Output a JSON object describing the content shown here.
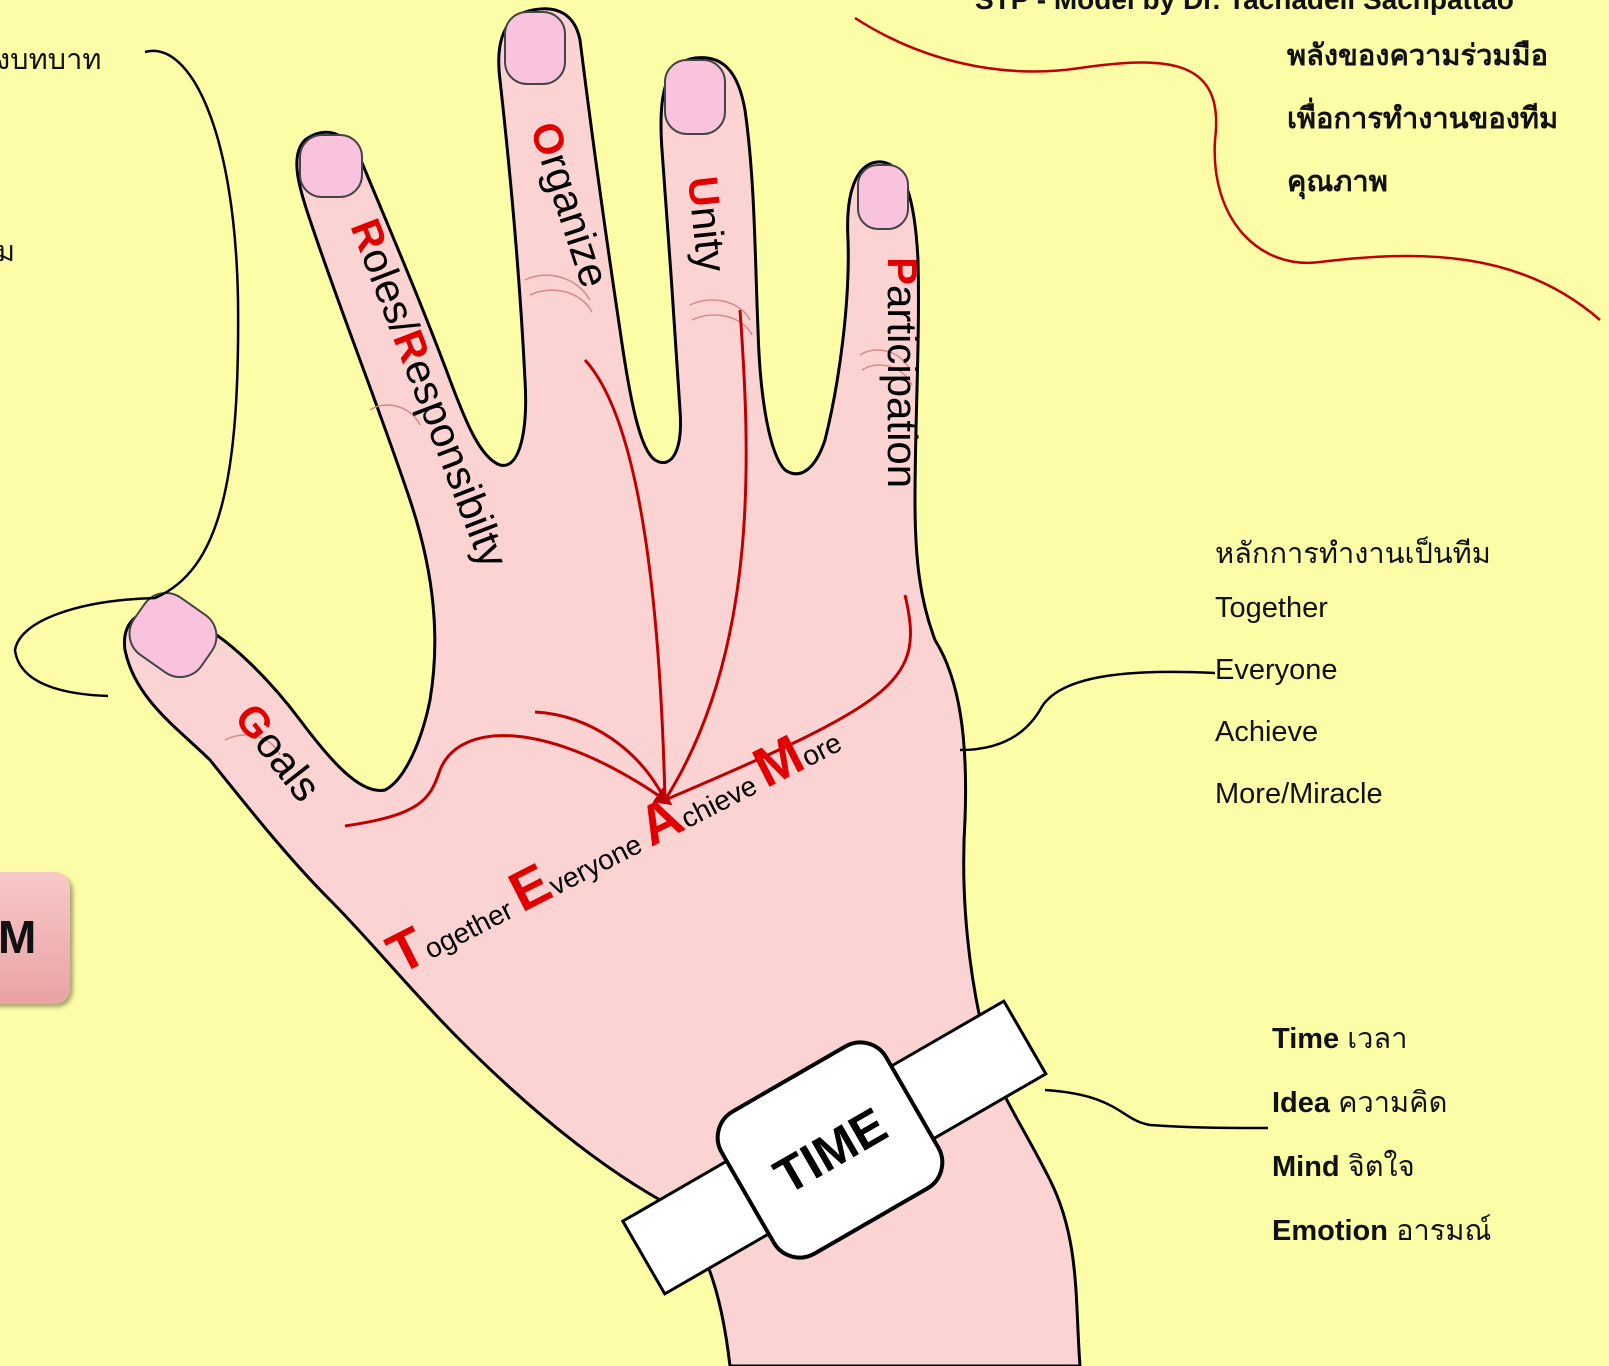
{
  "header": {
    "line1": "STP - Model by Dr. Tachadell Sachpattao",
    "line2": "พลังของความร่วมมือ",
    "line3": "เพื่อการทำงานของทีม",
    "line4": "คุณภาพ"
  },
  "left": {
    "text1": "งบทบาท",
    "text2": "ม",
    "box_letter": "M"
  },
  "fingers": {
    "roles": {
      "cap1": "R",
      "rest1": "oles/",
      "cap2": "R",
      "rest2": "esponsibilty"
    },
    "organize": {
      "cap": "O",
      "rest": "rganize"
    },
    "unity": {
      "cap": "U",
      "rest": "nity"
    },
    "participation": {
      "cap": "P",
      "rest": "articipation"
    },
    "goals": {
      "cap": "G",
      "rest": "oals"
    }
  },
  "palm": {
    "t_cap": "T",
    "t_rest": "ogether",
    "e_cap": "E",
    "e_rest": "veryone",
    "a_cap": "A",
    "a_rest": "chieve",
    "m_cap": "M",
    "m_rest": "ore"
  },
  "team_list": {
    "heading": "หลักการทำงานเป็นทีม",
    "items": [
      "Together",
      "Everyone",
      "Achieve",
      "More/Miracle"
    ]
  },
  "time_list": [
    {
      "term": "Time",
      "meaning": "เวลา"
    },
    {
      "term": "Idea",
      "meaning": "ความคิด"
    },
    {
      "term": "Mind",
      "meaning": "จิตใจ"
    },
    {
      "term": "Emotion",
      "meaning": "อารมณ์"
    }
  ],
  "watch": {
    "label": "TIME"
  },
  "colors": {
    "background": "#fdfda8",
    "skin": "#fbd3d3",
    "accent_red": "#e00000",
    "line_red": "#c00000"
  }
}
